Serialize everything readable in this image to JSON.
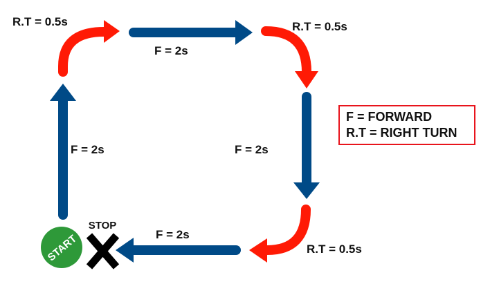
{
  "colors": {
    "forward": "#004a87",
    "turn": "#ff1a05",
    "start": "#2e9939",
    "stop": "#000000",
    "legend_border": "#e8141c"
  },
  "steps": [
    {
      "id": "forward-up",
      "type": "forward",
      "label": "F = 2s"
    },
    {
      "id": "turn-top-left",
      "type": "right-turn",
      "label": "R.T = 0.5s"
    },
    {
      "id": "forward-right",
      "type": "forward",
      "label": "F = 2s"
    },
    {
      "id": "turn-top-right",
      "type": "right-turn",
      "label": "R.T = 0.5s"
    },
    {
      "id": "forward-down",
      "type": "forward",
      "label": "F = 2s"
    },
    {
      "id": "turn-bottom-right",
      "type": "right-turn",
      "label": "R.T = 0.5s"
    },
    {
      "id": "forward-left",
      "type": "forward",
      "label": "F = 2s"
    }
  ],
  "start_label": "START",
  "stop_label": "STOP",
  "legend": {
    "lines": [
      "F = FORWARD",
      "R.T = RIGHT TURN"
    ]
  }
}
